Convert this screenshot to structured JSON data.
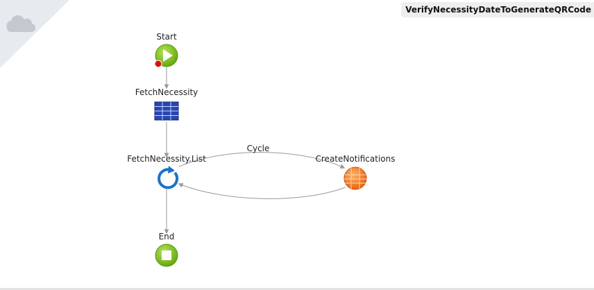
{
  "flow": {
    "title": "VerifyNecessityDateToGenerateQRCode",
    "nodes": {
      "start": {
        "label": "Start",
        "icon": "start-play-icon"
      },
      "fetch": {
        "label": "FetchNecessity",
        "icon": "aggregate-table-icon"
      },
      "foreach": {
        "label": "FetchNecessity.List",
        "icon": "foreach-loop-icon"
      },
      "create": {
        "label": "CreateNotifications",
        "icon": "server-action-icon"
      },
      "end": {
        "label": "End",
        "icon": "end-stop-icon"
      }
    },
    "edges": {
      "cycle_label": "Cycle"
    }
  },
  "colors": {
    "node_green": "#7cc11c",
    "aggregate_blue": "#1f3a9c",
    "loop_blue": "#1a73c8",
    "action_orange": "#f07818",
    "breakpoint_red": "#dd1111",
    "connector_gray": "#9a9a9a",
    "corner_tint": "#e6ebef"
  },
  "corner": {
    "icon": "cloud-icon"
  }
}
